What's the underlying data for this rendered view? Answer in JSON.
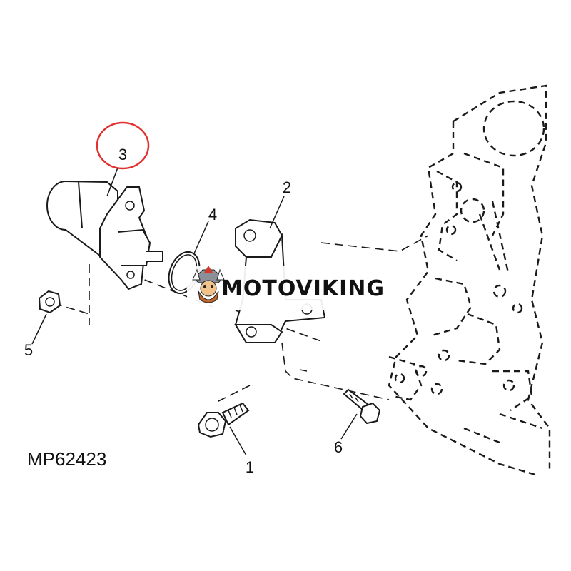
{
  "diagram": {
    "part_number": "MP62423",
    "watermark": "MOTOVIKING",
    "callouts": [
      {
        "id": "1",
        "label": "1"
      },
      {
        "id": "2",
        "label": "2"
      },
      {
        "id": "3",
        "label": "3"
      },
      {
        "id": "4",
        "label": "4"
      },
      {
        "id": "5",
        "label": "5"
      },
      {
        "id": "6",
        "label": "6"
      }
    ],
    "highlight_color": "#e03030"
  }
}
